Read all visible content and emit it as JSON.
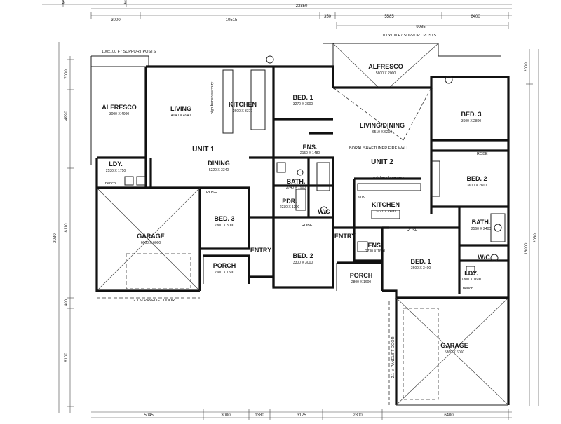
{
  "dimensions": {
    "top_overall": "23850",
    "top_row2": [
      "3000",
      "10515",
      "350",
      "5585",
      "6400"
    ],
    "top_row3": "9985",
    "left": [
      "7000",
      "4990",
      "2030",
      "8110",
      "400",
      "6100"
    ],
    "right": [
      "2000",
      "2030",
      "18000"
    ],
    "bottom": [
      "5045",
      "3000",
      "1380",
      "3125",
      "2800",
      "6400"
    ],
    "left_top_marks": [
      "3",
      "1"
    ]
  },
  "notes": {
    "support_posts_left": "100x100 F7 SUPPORT POSTS",
    "support_posts_right": "100x100 F7 SUPPORT POSTS",
    "fire_wall": "BORAL SHAFTLINER FIRE WALL",
    "garage_door_left": "2.1 M PANELIFT DOOR",
    "garage_door_right": "2.1 M PANELIFT DOOR",
    "high_bench_servery_1": "high bench servery",
    "high_bench_servery_2": "high bench servery",
    "rose_1": "ROSE",
    "rose_2": "ROBE",
    "rose_3": "ROSE",
    "robe_4": "ROBE",
    "sink": "sink",
    "bench_1": "bench",
    "bench_2": "bench"
  },
  "units": [
    {
      "name": "UNIT 1"
    },
    {
      "name": "UNIT 2"
    }
  ],
  "rooms_unit1": {
    "alfresco": {
      "name": "ALFRESCO",
      "size": "3000 X 4990"
    },
    "living": {
      "name": "LIVING",
      "size": "4040 X 4940"
    },
    "kitchen": {
      "name": "KITCHEN",
      "size": "2600 X 3370"
    },
    "bed1": {
      "name": "BED. 1",
      "size": "3270 X 3900"
    },
    "ens": {
      "name": "ENS.",
      "size": "2150 X 1480"
    },
    "ldy": {
      "name": "LDY.",
      "size": "2530 X 1750"
    },
    "dining": {
      "name": "DINING",
      "size": "5220 X 3340"
    },
    "bath": {
      "name": "BATH.",
      "size": "2740 X 1900"
    },
    "pdr": {
      "name": "PDR.",
      "size": "2230 X 1200"
    },
    "wc": {
      "name": "W/C",
      "size": ""
    },
    "garage": {
      "name": "GARAGE",
      "size": "6060 X 6000"
    },
    "bed3": {
      "name": "BED. 3",
      "size": "2800 X 3000"
    },
    "entry": {
      "name": "ENTRY",
      "size": ""
    },
    "porch": {
      "name": "PORCH",
      "size": "2500 X 1500"
    },
    "bed2": {
      "name": "BED. 2",
      "size": "3300 X 3000"
    }
  },
  "rooms_unit2": {
    "alfresco": {
      "name": "ALFRESCO",
      "size": "5600 X 2000"
    },
    "living": {
      "name": "LIVING/DINING",
      "size": "6510 X 6200"
    },
    "bed3": {
      "name": "BED. 3",
      "size": "3600 X 2800"
    },
    "bed2": {
      "name": "BED. 2",
      "size": "3600 X 2800"
    },
    "kitchen": {
      "name": "KITCHEN",
      "size": "3227 X 2400"
    },
    "entry": {
      "name": "ENTRY",
      "size": ""
    },
    "ens": {
      "name": "ENS.",
      "size": "2730 X 1600"
    },
    "bed1": {
      "name": "BED. 1",
      "size": "3600 X 3400"
    },
    "bath": {
      "name": "BATH.",
      "size": "2560 X 2400"
    },
    "wc": {
      "name": "W/C",
      "size": ""
    },
    "ldy": {
      "name": "LDY.",
      "size": "1800 X 1600"
    },
    "porch": {
      "name": "PORCH",
      "size": "2800 X 1600"
    },
    "garage": {
      "name": "GARAGE",
      "size": "5860 X 6060"
    }
  }
}
